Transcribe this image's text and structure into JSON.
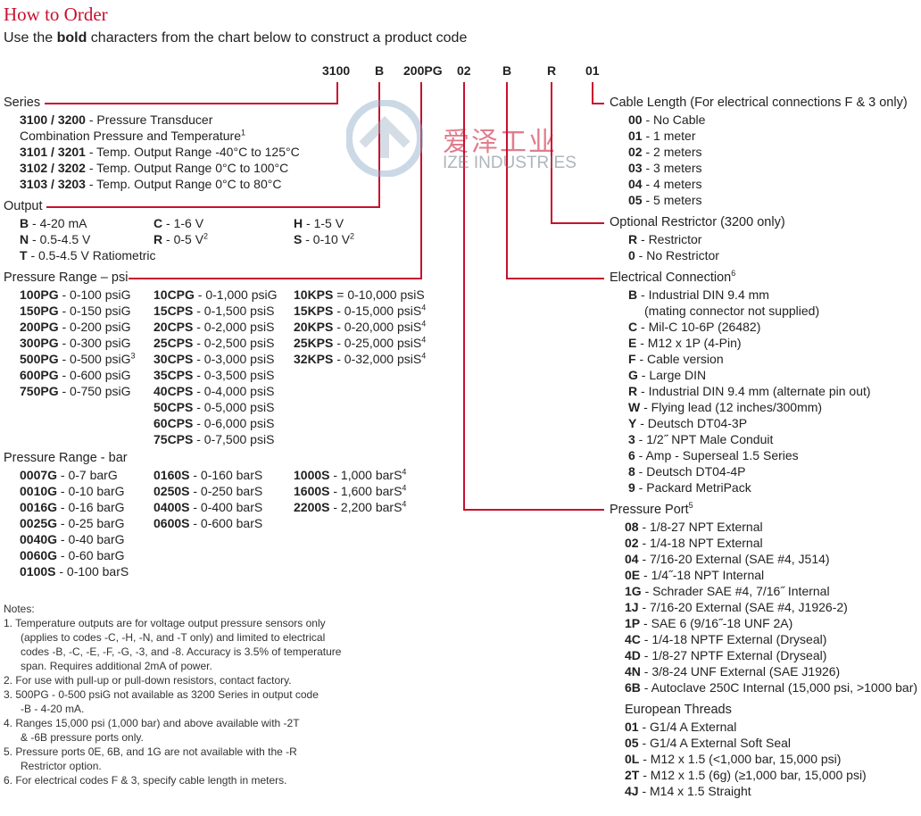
{
  "title": "How to Order",
  "subtitle_pre": "Use the ",
  "subtitle_bold": "bold",
  "subtitle_post": " characters from the chart below to construct a product code",
  "code_parts": [
    "3100",
    "B",
    "200PG",
    "02",
    "B",
    "R",
    "01"
  ],
  "watermark": {
    "cn": "爱泽工业",
    "en": "IZE INDUSTRIES"
  },
  "colors": {
    "accent": "#c8102e"
  },
  "series": {
    "header": "Series",
    "items": [
      {
        "code": "3100 / 3200",
        "desc": " - Pressure Transducer",
        "sup": ""
      },
      {
        "code": "",
        "desc": "Combination Pressure and Temperature",
        "sup": "1"
      },
      {
        "code": "3101 / 3201",
        "desc": " - Temp. Output Range -40°C to 125°C",
        "sup": ""
      },
      {
        "code": "3102 / 3202",
        "desc": " - Temp. Output Range 0°C to 100°C",
        "sup": ""
      },
      {
        "code": "3103 / 3203",
        "desc": " - Temp. Output Range 0°C to 80°C",
        "sup": ""
      }
    ]
  },
  "output": {
    "header": "Output",
    "col1": [
      {
        "code": "B",
        "desc": " - 4-20 mA",
        "sup": ""
      },
      {
        "code": "N",
        "desc": " - 0.5-4.5 V",
        "sup": ""
      },
      {
        "code": "T",
        "desc": " - 0.5-4.5 V Ratiometric",
        "sup": ""
      }
    ],
    "col2": [
      {
        "code": "C",
        "desc": " - 1-6 V",
        "sup": ""
      },
      {
        "code": "R",
        "desc": " - 0-5 V",
        "sup": "2"
      }
    ],
    "col3": [
      {
        "code": "H",
        "desc": " - 1-5 V",
        "sup": ""
      },
      {
        "code": "S",
        "desc": " - 0-10 V",
        "sup": "2"
      }
    ]
  },
  "psi": {
    "header": "Pressure Range – psi",
    "col1": [
      {
        "code": "100PG",
        "desc": " - 0-100 psiG",
        "sup": ""
      },
      {
        "code": "150PG",
        "desc": " - 0-150 psiG",
        "sup": ""
      },
      {
        "code": "200PG",
        "desc": " - 0-200 psiG",
        "sup": ""
      },
      {
        "code": "300PG",
        "desc": " - 0-300 psiG",
        "sup": ""
      },
      {
        "code": "500PG",
        "desc": " - 0-500 psiG",
        "sup": "3"
      },
      {
        "code": "600PG",
        "desc": " - 0-600 psiG",
        "sup": ""
      },
      {
        "code": "750PG",
        "desc": " - 0-750 psiG",
        "sup": ""
      }
    ],
    "col2": [
      {
        "code": "10CPG",
        "desc": " - 0-1,000 psiG",
        "sup": ""
      },
      {
        "code": "15CPS",
        "desc": " - 0-1,500 psiS",
        "sup": ""
      },
      {
        "code": "20CPS",
        "desc": " - 0-2,000 psiS",
        "sup": ""
      },
      {
        "code": "25CPS",
        "desc": " - 0-2,500 psiS",
        "sup": ""
      },
      {
        "code": "30CPS",
        "desc": " - 0-3,000 psiS",
        "sup": ""
      },
      {
        "code": "35CPS",
        "desc": " - 0-3,500 psiS",
        "sup": ""
      },
      {
        "code": "40CPS",
        "desc": " - 0-4,000 psiS",
        "sup": ""
      },
      {
        "code": "50CPS",
        "desc": " - 0-5,000 psiS",
        "sup": ""
      },
      {
        "code": "60CPS",
        "desc": " - 0-6,000 psiS",
        "sup": ""
      },
      {
        "code": "75CPS",
        "desc": " - 0-7,500 psiS",
        "sup": ""
      }
    ],
    "col3": [
      {
        "code": "10KPS",
        "desc": " = 0-10,000 psiS",
        "sup": ""
      },
      {
        "code": "15KPS",
        "desc": " - 0-15,000 psiS",
        "sup": "4"
      },
      {
        "code": "20KPS",
        "desc": " - 0-20,000 psiS",
        "sup": "4"
      },
      {
        "code": "25KPS",
        "desc": " - 0-25,000 psiS",
        "sup": "4"
      },
      {
        "code": "32KPS",
        "desc": " - 0-32,000 psiS",
        "sup": "4"
      }
    ]
  },
  "bar": {
    "header": "Pressure Range - bar",
    "col1": [
      {
        "code": "0007G",
        "desc": " - 0-7 barG",
        "sup": ""
      },
      {
        "code": "0010G",
        "desc": " - 0-10 barG",
        "sup": ""
      },
      {
        "code": "0016G",
        "desc": " - 0-16 barG",
        "sup": ""
      },
      {
        "code": "0025G",
        "desc": " - 0-25 barG",
        "sup": ""
      },
      {
        "code": "0040G",
        "desc": " - 0-40 barG",
        "sup": ""
      },
      {
        "code": "0060G",
        "desc": " - 0-60 barG",
        "sup": ""
      },
      {
        "code": "0100S",
        "desc": " - 0-100 barS",
        "sup": ""
      }
    ],
    "col2": [
      {
        "code": "0160S",
        "desc": " - 0-160 barS",
        "sup": ""
      },
      {
        "code": "0250S",
        "desc": " - 0-250 barS",
        "sup": ""
      },
      {
        "code": "0400S",
        "desc": " - 0-400 barS",
        "sup": ""
      },
      {
        "code": "0600S",
        "desc": " - 0-600 barS",
        "sup": ""
      }
    ],
    "col3": [
      {
        "code": "1000S",
        "desc": " - 1,000 barS",
        "sup": "4"
      },
      {
        "code": "1600S",
        "desc": " - 1,600 barS",
        "sup": "4"
      },
      {
        "code": "2200S",
        "desc": " - 2,200 barS",
        "sup": "4"
      }
    ]
  },
  "notes": {
    "header": "Notes:",
    "lines": [
      "1. Temperature outputs are for voltage output pressure sensors only",
      "(applies to codes -C, -H, -N, and -T only) and limited to electrical",
      "codes -B, -C, -E, -F, -G, -3, and -8. Accuracy is 3.5% of temperature",
      "span. Requires additional 2mA of power.",
      "2. For use with pull-up or pull-down resistors, contact factory.",
      "3. 500PG - 0-500 psiG not available as 3200 Series in output code",
      "-B - 4-20 mA.",
      "4. Ranges 15,000 psi (1,000 bar) and above available with -2T",
      "& -6B pressure ports only.",
      "5. Pressure ports 0E, 6B, and 1G are not available with the -R",
      "Restrictor option.",
      "6. For electrical codes F & 3, specify cable length in meters."
    ]
  },
  "cable": {
    "header": "Cable Length (For electrical connections F & 3 only)",
    "items": [
      {
        "code": "00",
        "desc": " - No Cable",
        "sup": ""
      },
      {
        "code": "01",
        "desc": " - 1 meter",
        "sup": ""
      },
      {
        "code": "02",
        "desc": " - 2 meters",
        "sup": ""
      },
      {
        "code": "03",
        "desc": " - 3 meters",
        "sup": ""
      },
      {
        "code": "04",
        "desc": " - 4 meters",
        "sup": ""
      },
      {
        "code": "05",
        "desc": " - 5 meters",
        "sup": ""
      }
    ]
  },
  "restrictor": {
    "header": "Optional Restrictor (3200 only)",
    "items": [
      {
        "code": "R",
        "desc": " - Restrictor",
        "sup": ""
      },
      {
        "code": "0",
        "desc": " - No Restrictor",
        "sup": ""
      }
    ]
  },
  "electrical": {
    "header": "Electrical Connection",
    "header_sup": "6",
    "items": [
      {
        "code": "B",
        "desc": " - Industrial DIN 9.4 mm",
        "sup": ""
      },
      {
        "code": "",
        "desc": "(mating connector not supplied)",
        "sup": ""
      },
      {
        "code": "C",
        "desc": " - Mil-C 10-6P (26482)",
        "sup": ""
      },
      {
        "code": "E",
        "desc": " - M12 x 1P (4-Pin)",
        "sup": ""
      },
      {
        "code": "F",
        "desc": " - Cable version",
        "sup": ""
      },
      {
        "code": "G",
        "desc": " - Large DIN",
        "sup": ""
      },
      {
        "code": "R",
        "desc": " - Industrial DIN 9.4 mm (alternate pin out)",
        "sup": ""
      },
      {
        "code": "W",
        "desc": " - Flying lead (12 inches/300mm)",
        "sup": ""
      },
      {
        "code": "Y",
        "desc": " - Deutsch DT04-3P",
        "sup": ""
      },
      {
        "code": "3",
        "desc": " - 1/2˝ NPT Male Conduit",
        "sup": ""
      },
      {
        "code": "6",
        "desc": " - Amp - Superseal 1.5 Series",
        "sup": ""
      },
      {
        "code": "8",
        "desc": " - Deutsch DT04-4P",
        "sup": ""
      },
      {
        "code": "9",
        "desc": " - Packard MetriPack",
        "sup": ""
      }
    ]
  },
  "port": {
    "header": "Pressure Port",
    "header_sup": "5",
    "items": [
      {
        "code": "08",
        "desc": " - 1/8-27 NPT External",
        "sup": ""
      },
      {
        "code": "02",
        "desc": " - 1/4-18 NPT External",
        "sup": ""
      },
      {
        "code": "04",
        "desc": " - 7/16-20 External (SAE #4, J514)",
        "sup": ""
      },
      {
        "code": "0E",
        "desc": " - 1/4˝-18 NPT Internal",
        "sup": ""
      },
      {
        "code": "1G",
        "desc": " - Schrader SAE #4, 7/16˝ Internal",
        "sup": ""
      },
      {
        "code": "1J",
        "desc": " - 7/16-20 External (SAE #4, J1926-2)",
        "sup": ""
      },
      {
        "code": "1P",
        "desc": " - SAE 6 (9/16˝-18 UNF 2A)",
        "sup": ""
      },
      {
        "code": "4C",
        "desc": " - 1/4-18 NPTF External (Dryseal)",
        "sup": ""
      },
      {
        "code": "4D",
        "desc": " - 1/8-27 NPTF External (Dryseal)",
        "sup": ""
      },
      {
        "code": "4N",
        "desc": " - 3/8-24 UNF External (SAE J1926)",
        "sup": ""
      },
      {
        "code": "6B",
        "desc": " - Autoclave 250C Internal (15,000 psi, >1000 bar)",
        "sup": ""
      }
    ],
    "euro_header": "European Threads",
    "euro_items": [
      {
        "code": "01",
        "desc": " - G1/4 A External",
        "sup": ""
      },
      {
        "code": "05",
        "desc": " - G1/4 A External Soft Seal",
        "sup": ""
      },
      {
        "code": "0L",
        "desc": " - M12 x 1.5 (<1,000 bar, 15,000 psi)",
        "sup": ""
      },
      {
        "code": "2T",
        "desc": " - M12 x 1.5 (6g) (≥1,000 bar, 15,000 psi)",
        "sup": ""
      },
      {
        "code": "4J",
        "desc": " - M14 x 1.5 Straight",
        "sup": ""
      }
    ]
  }
}
